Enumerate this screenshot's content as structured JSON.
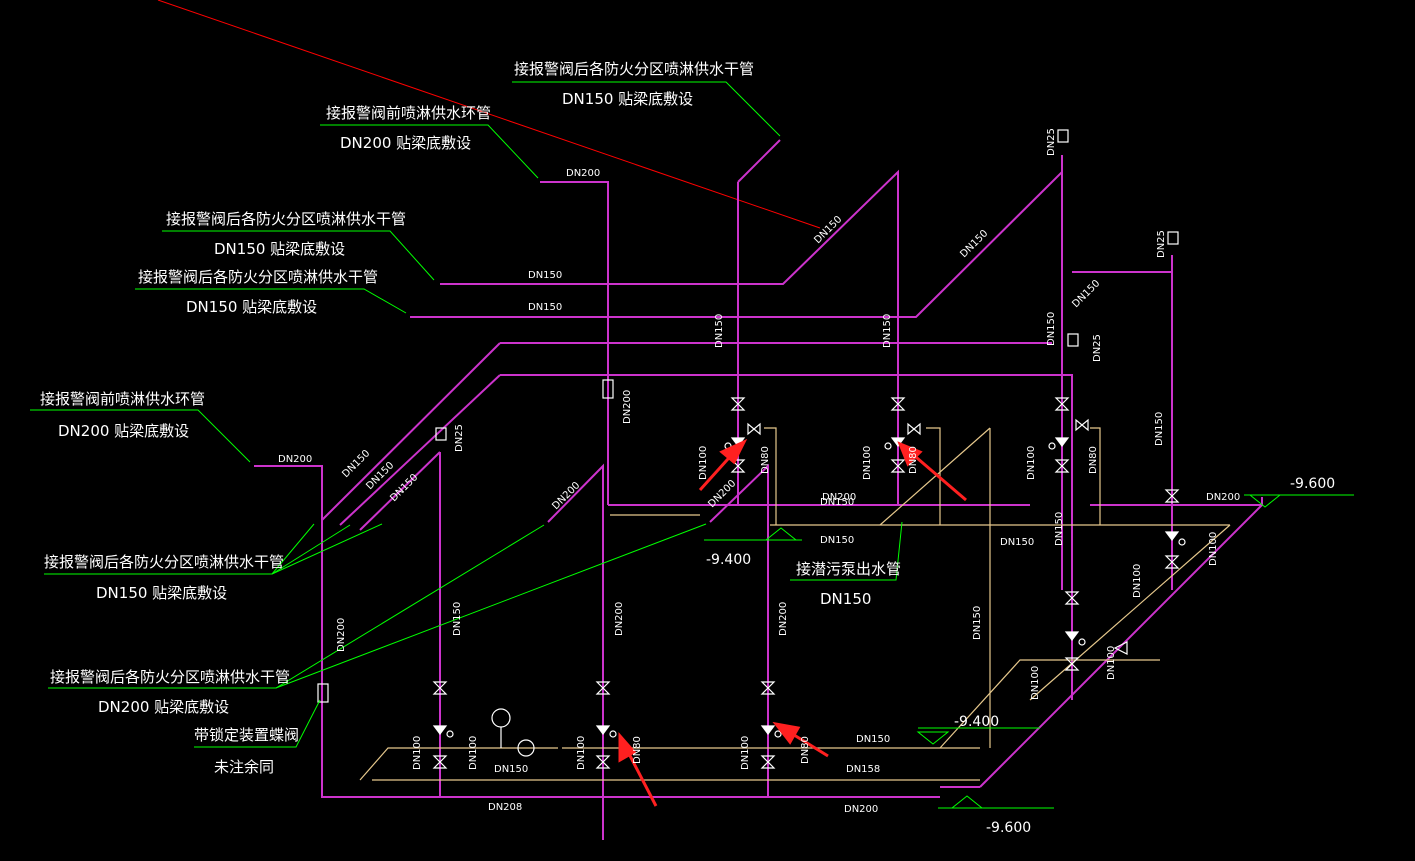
{
  "colors": {
    "background": "#000000",
    "pipe": "#cc33cc",
    "drain": "#e6c88c",
    "leader": "#00ff00",
    "ref_line": "#ff0000",
    "text": "#ffffff",
    "arrow": "#ff2020"
  },
  "notes": {
    "post_alarm_main": "接报警阀后各防火分区喷淋供水干管",
    "pre_alarm_ring": "接报警阀前喷淋供水环管",
    "dn150_beam": "DN150 贴梁底敷设",
    "dn200_beam": "DN200 贴梁底敷设",
    "dn200_beam_b": "DN200  贴梁底敷设",
    "butterfly_valve": "带锁定装置蝶阀",
    "same_below": "未注余同",
    "sewage_pump": "接潜污泵出水管",
    "dn150": "DN150"
  },
  "elevations": {
    "e960_right": "-9.600",
    "e960_bottom": "-9.600",
    "e940_left": "-9.400",
    "e940_right": "-9.400"
  },
  "pipe_sizes": {
    "dn25": "DN25",
    "dn80": "DN80",
    "dn100": "DN100",
    "dn150": "DN150",
    "dn200": "DN200",
    "dn200_alt": "DN208",
    "dn150_alt": "DN158"
  }
}
